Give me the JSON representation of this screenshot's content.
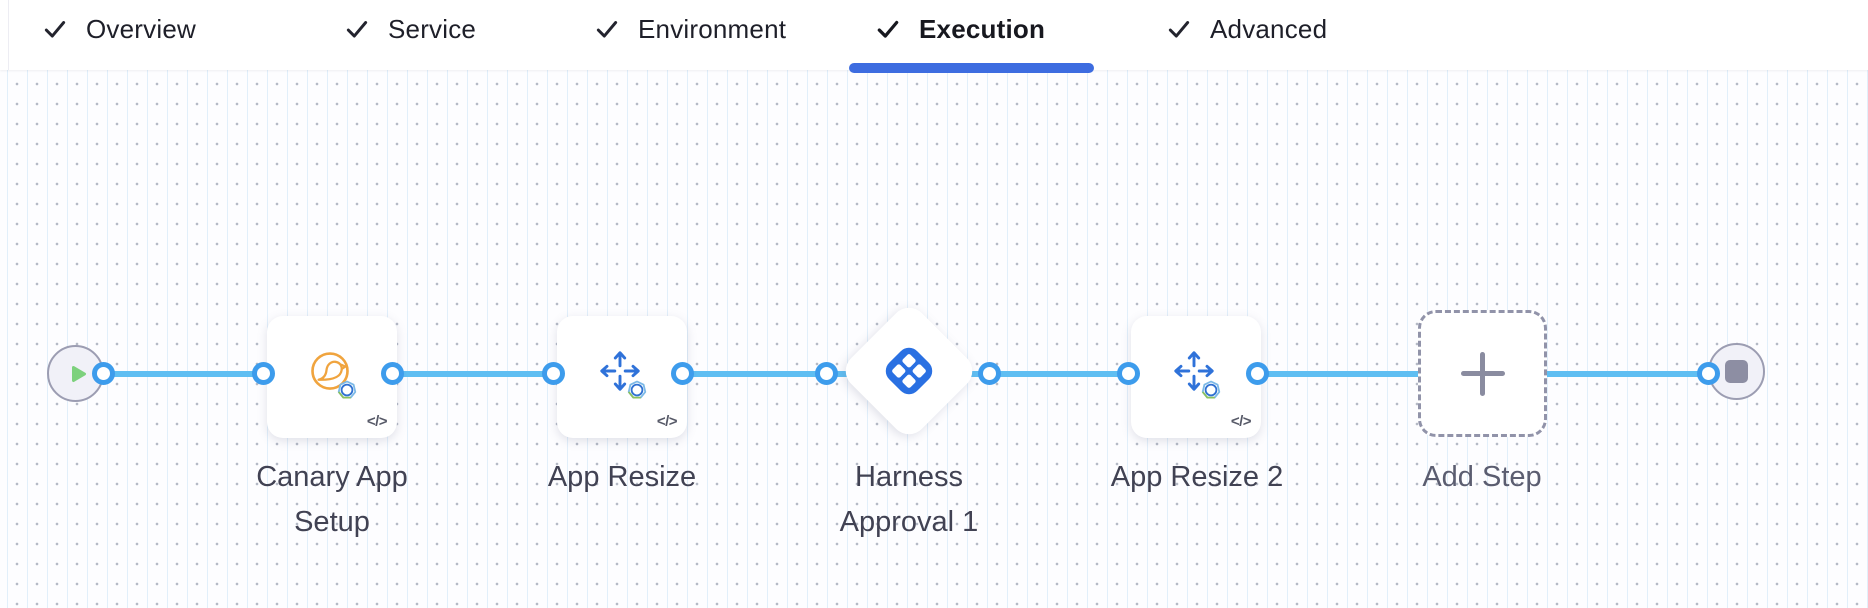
{
  "header": {
    "tabs": [
      {
        "label": "Overview",
        "status": "completed",
        "active": false
      },
      {
        "label": "Service",
        "status": "completed",
        "active": false
      },
      {
        "label": "Environment",
        "status": "completed",
        "active": false
      },
      {
        "label": "Execution",
        "status": "completed",
        "active": true
      },
      {
        "label": "Advanced",
        "status": "completed",
        "active": false
      }
    ]
  },
  "pipeline": {
    "code_badge_glyph": "</>",
    "start_node": "start",
    "end_node": "end",
    "steps": [
      {
        "name": "Canary App Setup",
        "icon": "canary-bird",
        "shape": "rounded-square",
        "has_code_badge": true
      },
      {
        "name": "App Resize",
        "icon": "resize-arrows",
        "shape": "rounded-square",
        "has_code_badge": true
      },
      {
        "name": "Harness Approval 1",
        "icon": "harness-logo",
        "shape": "diamond",
        "has_code_badge": false
      },
      {
        "name": "App Resize 2",
        "icon": "resize-arrows",
        "shape": "rounded-square",
        "has_code_badge": true
      },
      {
        "name": "Add Step",
        "icon": "plus",
        "shape": "dashed-rounded-square",
        "type": "add-button"
      }
    ]
  },
  "colors": {
    "active_tab_indicator": "#3d6ce0",
    "connector_line": "#5fbef2",
    "port_ring": "#3d9cec",
    "harness_logo_blue": "#2a70e2",
    "canary_orange": "#f0a43e",
    "resize_arrows_blue": "#2f72d9",
    "start_play_green": "#7dd17d",
    "end_stop_gray": "#8d8ea3",
    "node_label_text": "#414253"
  }
}
